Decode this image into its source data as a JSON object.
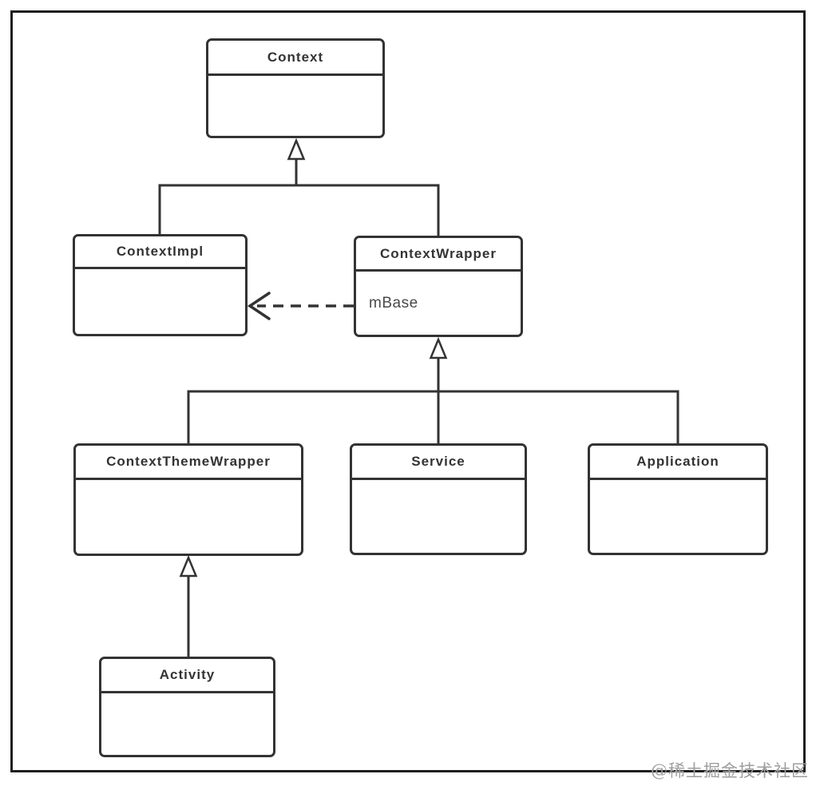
{
  "diagram": {
    "type": "uml-class-diagram",
    "classes": [
      {
        "name": "Context",
        "fields": []
      },
      {
        "name": "ContextImpl",
        "fields": []
      },
      {
        "name": "ContextWrapper",
        "fields": [
          "mBase"
        ]
      },
      {
        "name": "ContextThemeWrapper",
        "fields": []
      },
      {
        "name": "Service",
        "fields": []
      },
      {
        "name": "Application",
        "fields": []
      },
      {
        "name": "Activity",
        "fields": []
      }
    ],
    "relations": [
      {
        "from": "ContextImpl",
        "to": "Context",
        "type": "generalization"
      },
      {
        "from": "ContextWrapper",
        "to": "Context",
        "type": "generalization"
      },
      {
        "from": "ContextWrapper",
        "to": "ContextImpl",
        "type": "dashed-dependency",
        "label": "mBase"
      },
      {
        "from": "ContextThemeWrapper",
        "to": "ContextWrapper",
        "type": "generalization"
      },
      {
        "from": "Service",
        "to": "ContextWrapper",
        "type": "generalization"
      },
      {
        "from": "Application",
        "to": "ContextWrapper",
        "type": "generalization"
      },
      {
        "from": "Activity",
        "to": "ContextThemeWrapper",
        "type": "generalization"
      }
    ]
  },
  "watermark": {
    "text": "@稀土掘金技术社区"
  },
  "colors": {
    "line": "#333333",
    "frame": "#1f1f1f",
    "title_text": "#333333",
    "field_text": "#4a4a4a",
    "watermark": "#9e9e9e",
    "background": "#ffffff"
  }
}
